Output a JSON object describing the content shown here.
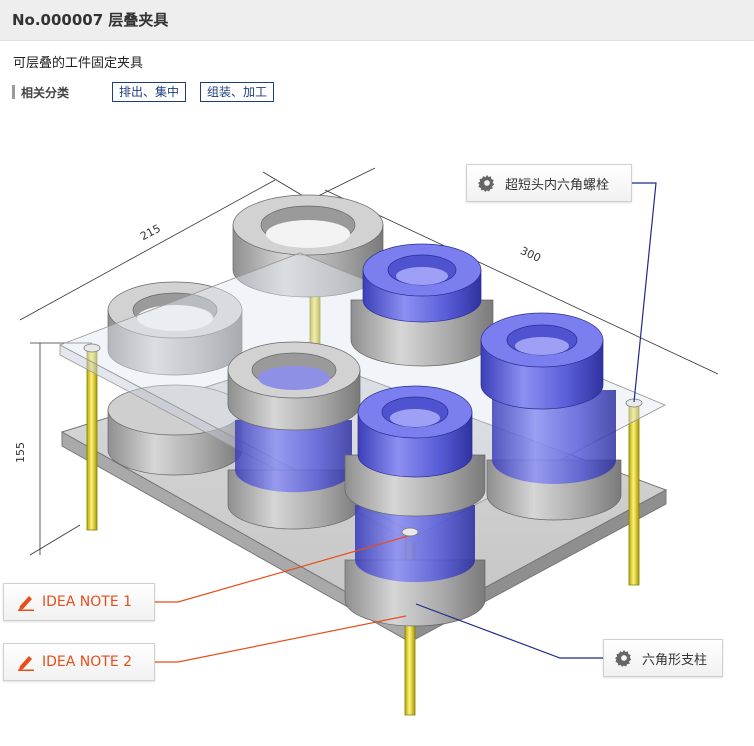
{
  "header": {
    "title": "No.000007 层叠夹具"
  },
  "description": "可层叠的工件固定夹具",
  "category": {
    "label": "相关分类",
    "tags": [
      "排出、集中",
      "组装、加工"
    ]
  },
  "dimensions": {
    "width": "215",
    "depth": "300",
    "height": "155"
  },
  "callouts": {
    "bolt": {
      "label": "超短头内六角螺栓",
      "icon": "gear-icon"
    },
    "pillar": {
      "label": "六角形支柱",
      "icon": "gear-icon"
    },
    "idea1": {
      "label": "IDEA NOTE 1",
      "icon": "pencil-icon"
    },
    "idea2": {
      "label": "IDEA NOTE 2",
      "icon": "pencil-icon"
    }
  },
  "colors": {
    "blue_part": "#6a6ee6",
    "grey_part": "#bdbdbd",
    "pillar": "#f2e21a",
    "callout_line_blue": "#1e2a8a",
    "callout_line_orange": "#e84e1b",
    "tag_border": "#1e3d7b"
  }
}
